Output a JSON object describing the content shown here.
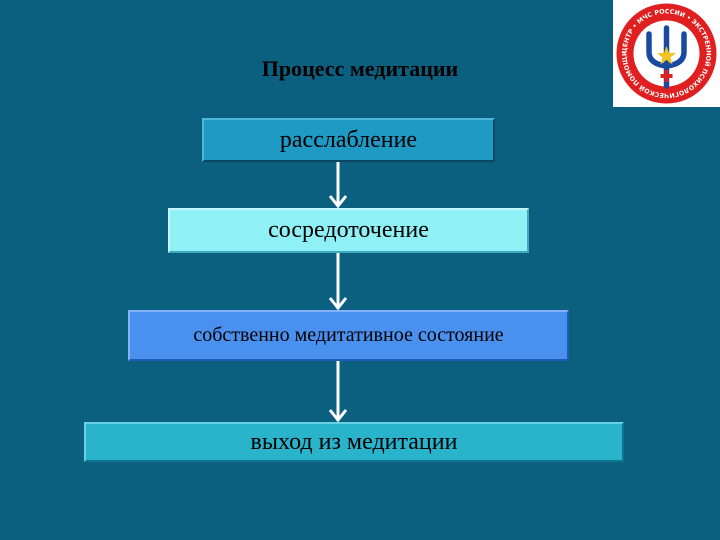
{
  "title": "Процесс медитации",
  "colors": {
    "background": "#0b6080",
    "step_1": "#1f9ac4",
    "step_2": "#8ff0f5",
    "step_3": "#4a90ef",
    "step_4": "#29b4cc",
    "arrow": "#ffffff",
    "logo_red": "#e02020",
    "logo_blue": "#1a4aa0",
    "logo_gold": "#f2c420"
  },
  "steps": [
    {
      "label": "расслабление"
    },
    {
      "label": "сосредоточение"
    },
    {
      "label": "собственно медитативное состояние"
    },
    {
      "label": "выход из медитации"
    }
  ],
  "logo": {
    "icon": "psi-emblem-icon",
    "ring_text": "ЦЕНТР • МЧС РОССИИ • ЭКСТРЕННОЙ ПСИХОЛОГИЧЕСКОЙ ПОМОЩИ"
  }
}
